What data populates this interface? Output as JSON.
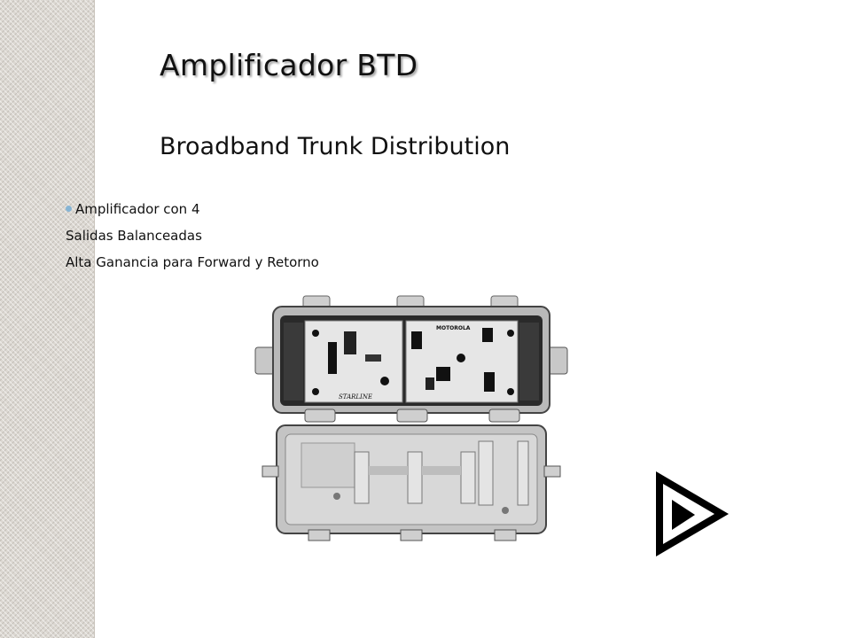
{
  "slide": {
    "title": "Amplificador BTD",
    "subtitle": "Broadband Trunk Distribution",
    "bullets": [
      "Amplificador con 4",
      "Salidas Balanceadas",
      "Alta Ganancia para Forward y Retorno"
    ]
  },
  "device_image": {
    "brand_label": "MOTOROLA",
    "model_label": "STARLINE"
  },
  "nav": {
    "icon": "play-icon"
  },
  "colors": {
    "bullet": "#86b4d4",
    "strip": "#dcd8d2",
    "text": "#111111"
  }
}
